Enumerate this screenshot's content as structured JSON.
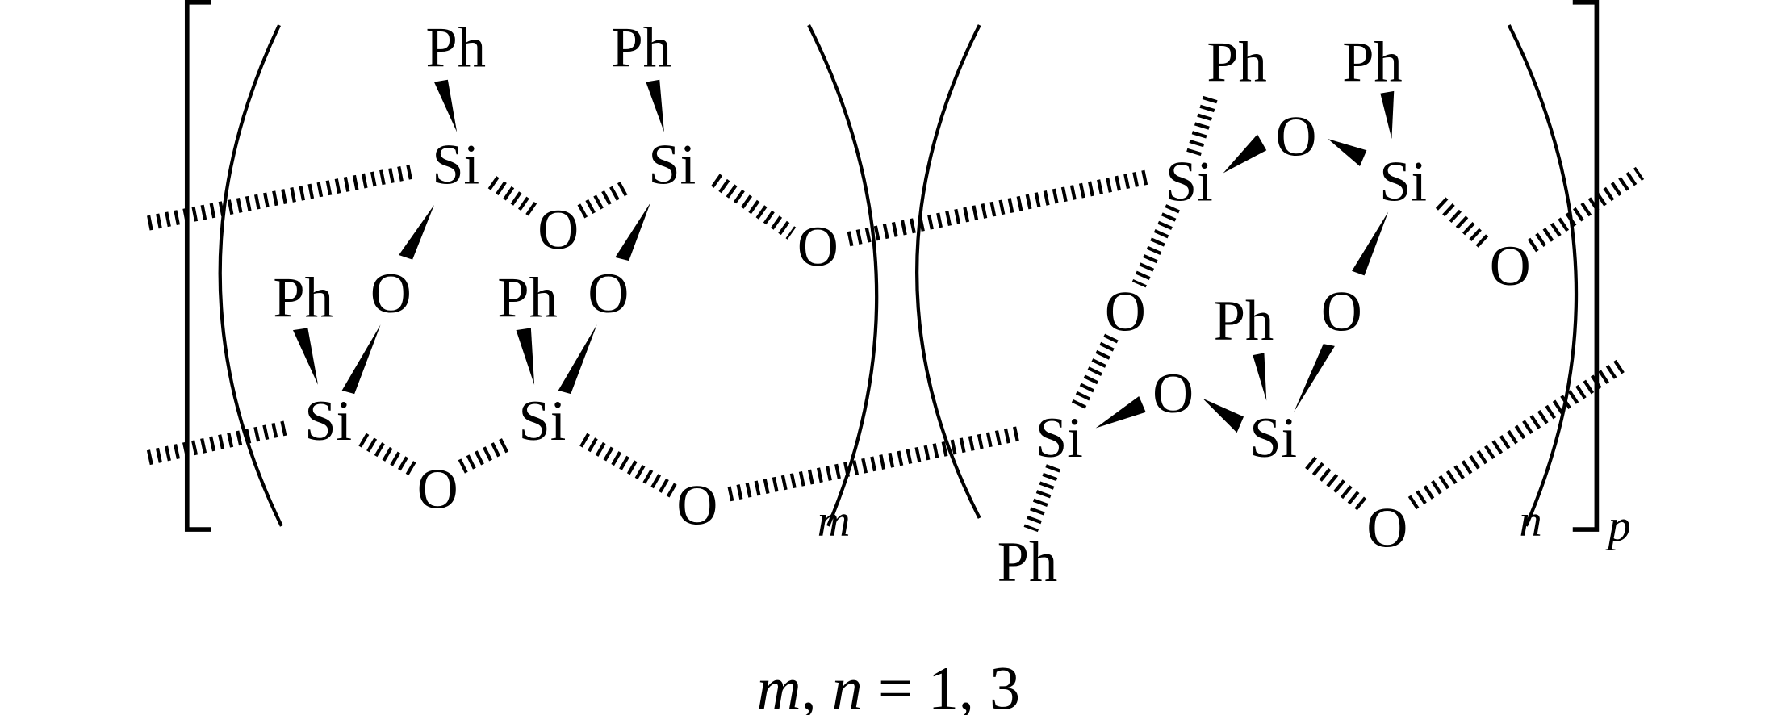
{
  "diagram": {
    "left_unit": {
      "atoms": [
        "Ph",
        "Ph",
        "Si",
        "Si",
        "O",
        "O",
        "Ph",
        "O",
        "Ph",
        "O",
        "Si",
        "Si",
        "O",
        "O"
      ],
      "subscript": "m"
    },
    "right_unit": {
      "atoms": [
        "Ph",
        "Ph",
        "O",
        "Si",
        "Si",
        "O",
        "O",
        "O",
        "Ph",
        "O",
        "Si",
        "Si",
        "O",
        "Ph"
      ],
      "subscript": "n"
    },
    "repeat_subscript": "p",
    "caption": {
      "var1": "m",
      "sep": ", ",
      "var2": "n",
      "rest": " = 1, 3"
    }
  }
}
